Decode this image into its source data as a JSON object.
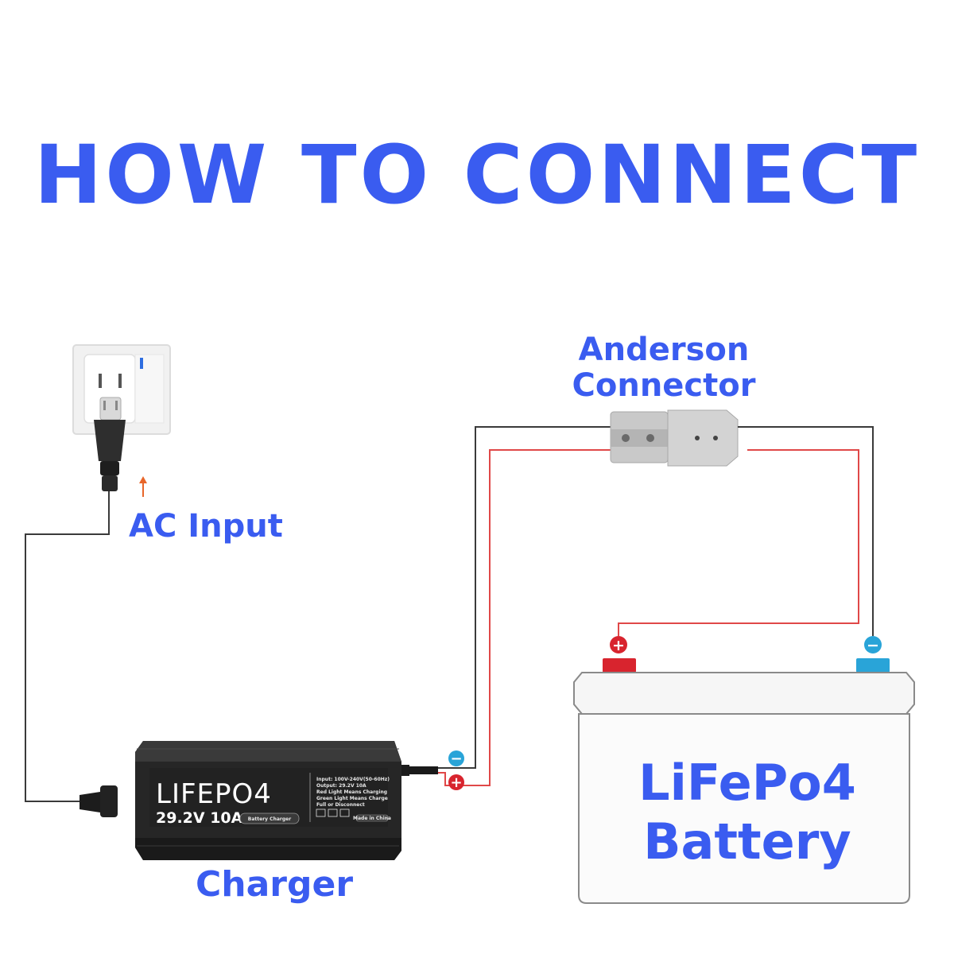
{
  "title": "HOW TO CONNECT",
  "labels": {
    "anderson_line1": "Anderson",
    "anderson_line2": "Connector",
    "ac_input": "AC Input",
    "charger": "Charger",
    "battery_line1": "LiFePo4",
    "battery_line2": "Battery"
  },
  "charger_face": {
    "brand": "LIFEPO4",
    "rating": "29.2V 10A",
    "tag": "Battery Charger",
    "spec_lines": [
      "Input: 100V-240V(50-60Hz)",
      "Output: 29.2V 10A",
      "Red Light Means Charging",
      "Green Light Means Charge",
      "Full or Disconnect"
    ],
    "made_in": "Made in China"
  },
  "terminal_signs": {
    "positive": "+",
    "negative": "−"
  },
  "colors": {
    "label_blue": "#3a5cf0",
    "wire_black": "#3a3a3a",
    "wire_red": "#e04848",
    "positive_red": "#d8242e",
    "negative_blue": "#29a4d8",
    "charger_body": "#2a2a2a",
    "connector_gray": "#c8c8c8",
    "battery_outline": "#8a8a8a"
  }
}
